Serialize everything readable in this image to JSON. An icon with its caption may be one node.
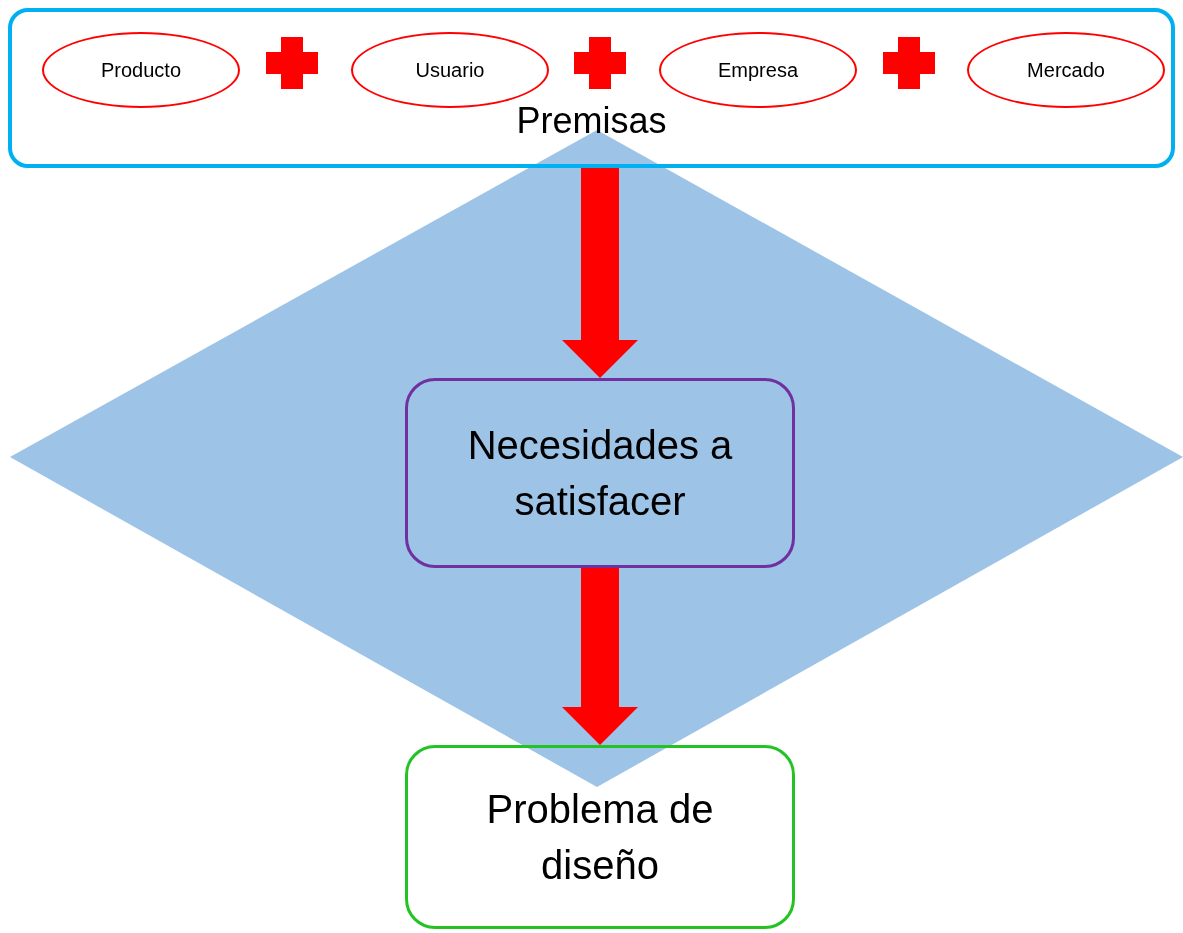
{
  "diagram": {
    "nodes": [
      {
        "text": [
          "Premisas"
        ]
      },
      {
        "text": [
          "Producto"
        ],
        "in": 0
      },
      {
        "text": [
          "Usuario"
        ],
        "in": 0
      },
      {
        "text": [
          "Empresa"
        ],
        "in": 0
      },
      {
        "text": [
          "Mercado"
        ],
        "in": 0
      },
      {
        "text": [
          "Necesidades a satisfacer"
        ]
      },
      {
        "text": [
          "Problema de diseño"
        ]
      }
    ],
    "edges": [
      {
        "from": 0,
        "to": 5,
        "arrow": "to",
        "color": "#ff0000"
      },
      {
        "from": 5,
        "to": 6,
        "arrow": "to",
        "color": "#ff0000"
      }
    ]
  }
}
